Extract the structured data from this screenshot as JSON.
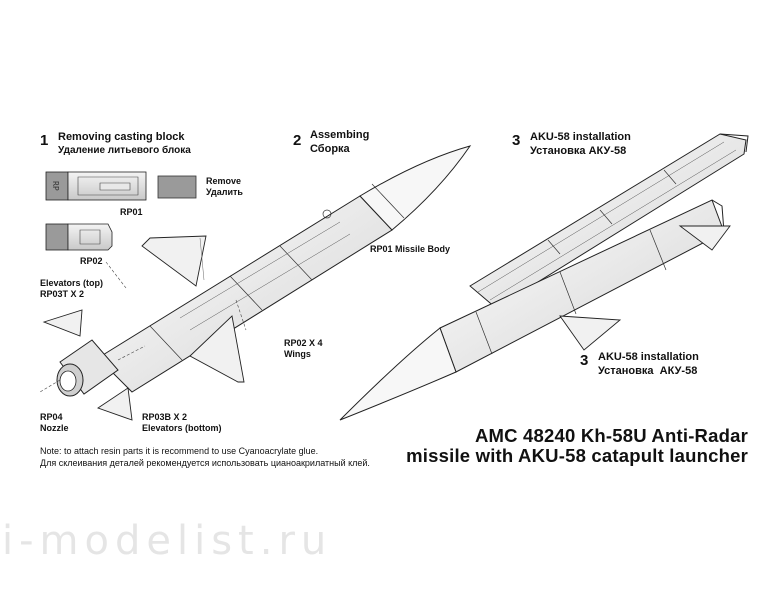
{
  "steps": [
    {
      "num": "1",
      "title_en": "Removing casting block",
      "title_ru": "Удаление литьевого блока"
    },
    {
      "num": "2",
      "title_en": "Assembing",
      "title_ru": "Сборка"
    },
    {
      "num": "3",
      "title_en": "AKU-58 installation",
      "title_ru": "Установка АКУ-58"
    },
    {
      "num": "3",
      "title_en": "AKU-58 installation",
      "title_ru": "Установка  АКУ-58"
    }
  ],
  "remove": {
    "en": "Remove",
    "ru": "Удалить"
  },
  "parts": {
    "rp01": "RP01",
    "rp02": "RP02",
    "elev_top_1": "Elevators (top)",
    "elev_top_2": "RP03T X 2",
    "rp04_1": "RP04",
    "rp04_2": "Nozzle",
    "rp03b_1": "RP03B X 2",
    "rp03b_2": "Elevators (bottom)",
    "wings_1": "RP02 X 4",
    "wings_2": "Wings",
    "body": "RP01 Missile Body"
  },
  "note": {
    "en": "Note: to attach resin parts it is recommend to use Cyanoacrylate glue.",
    "ru": "Для склеивания деталей рекомендуется использовать цианоакрилатный клей."
  },
  "product": {
    "line1": "AMC 48240 Kh-58U Anti-Radar",
    "line2": "missile with AKU-58 catapult launcher"
  },
  "watermark": "i-modelist.ru"
}
